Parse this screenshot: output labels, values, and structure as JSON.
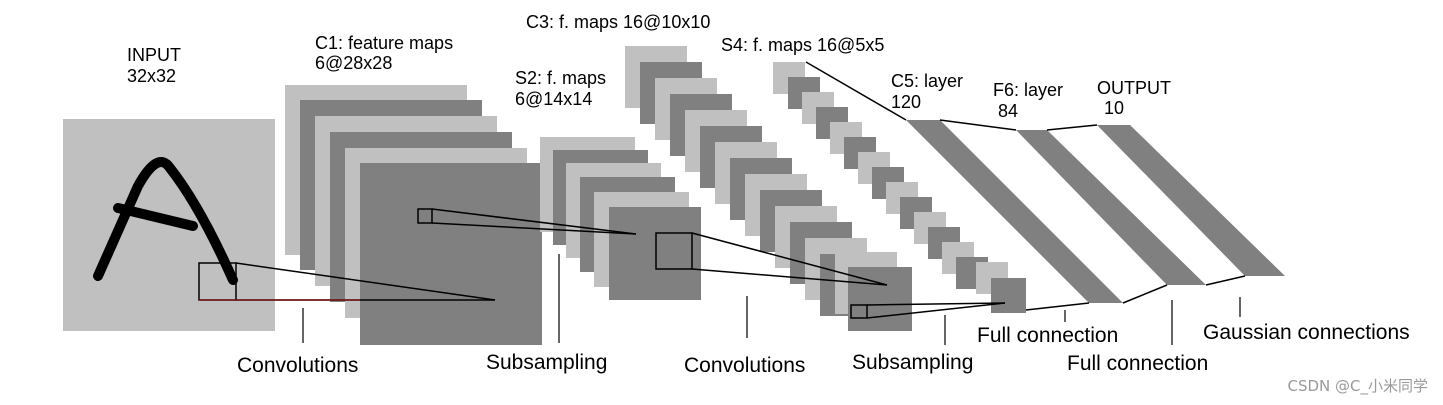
{
  "diagram": {
    "colors": {
      "light": "#c0c0c0",
      "dark": "#808080",
      "line": "#000000",
      "background": "#ffffff"
    },
    "layers": {
      "input": {
        "title": "INPUT",
        "sub": "32x32"
      },
      "c1": {
        "title": "C1: feature maps",
        "sub": "6@28x28"
      },
      "s2": {
        "title": "S2: f. maps",
        "sub": "6@14x14"
      },
      "c3": {
        "title": "C3: f. maps 16@10x10"
      },
      "s4": {
        "title": "S4: f. maps 16@5x5"
      },
      "c5": {
        "title": "C5: layer",
        "sub": "120"
      },
      "f6": {
        "title": "F6: layer",
        "sub": "84"
      },
      "output": {
        "title": "OUTPUT",
        "sub": "10"
      }
    },
    "operations": {
      "conv1": "Convolutions",
      "sub1": "Subsampling",
      "conv2": "Convolutions",
      "sub2": "Subsampling",
      "full1": "Full connection",
      "full2": "Full connection",
      "gauss": "Gaussian connections"
    },
    "input_glyph": "A"
  },
  "watermark": "CSDN @C_小米同学"
}
